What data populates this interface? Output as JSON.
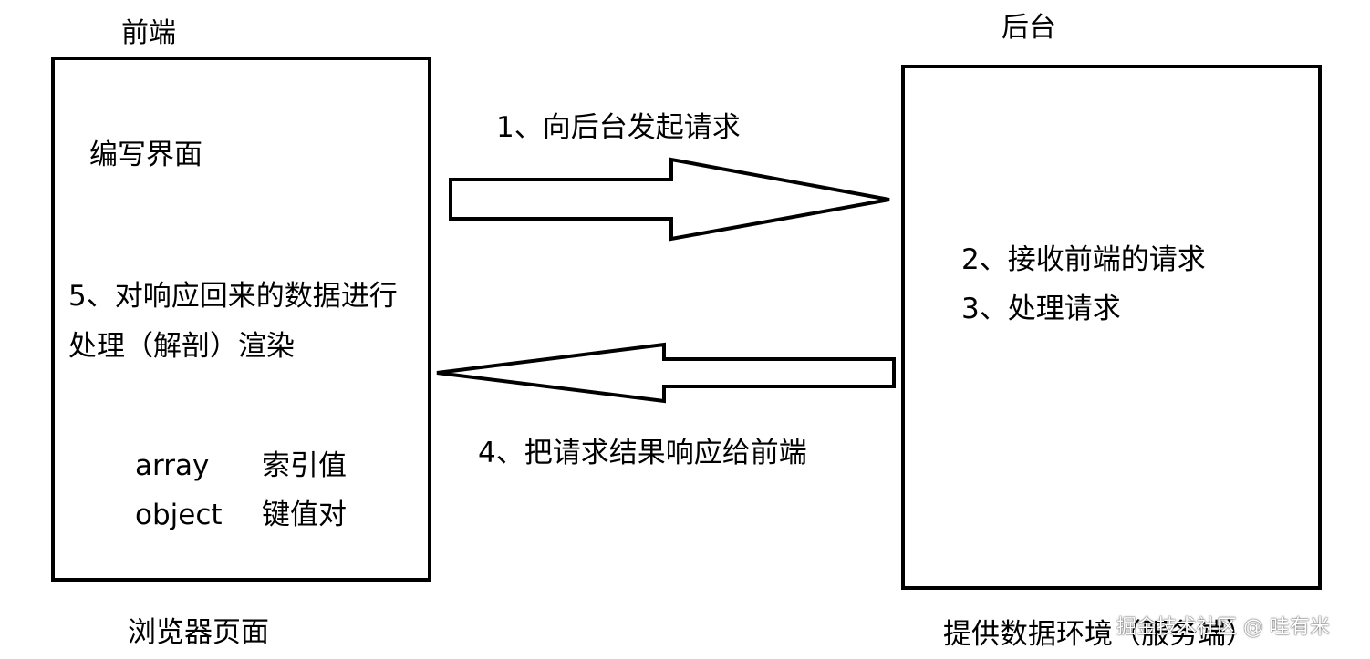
{
  "frontend": {
    "title": "前端",
    "caption": "浏览器页面",
    "line1": "编写界面",
    "line5a": "5、对响应回来的数据进行",
    "line5b": "处理（解剖）渲染",
    "array_label": "array",
    "array_desc": "索引值",
    "object_label": "object",
    "object_desc": "键值对"
  },
  "backend": {
    "title": "后台",
    "caption": "提供数据环境（服务端）",
    "step2": "2、接收前端的请求",
    "step3": "3、处理请求"
  },
  "arrows": {
    "request_label": "1、向后台发起请求",
    "response_label": "4、把请求结果响应给前端"
  },
  "watermark": "掘金技术社区 @ 哇有米",
  "colors": {
    "line": "#000000",
    "background": "#ffffff"
  }
}
